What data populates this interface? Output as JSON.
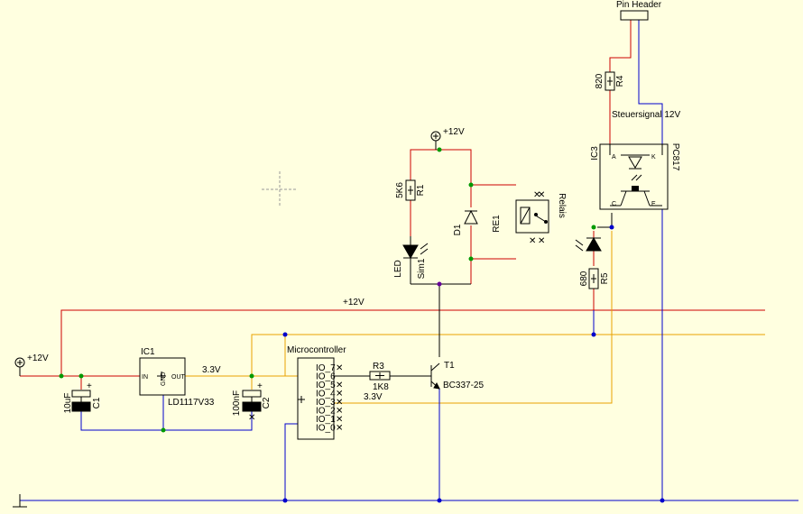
{
  "colors": {
    "background": "#ffffe0",
    "net_12v": "#cc0000",
    "net_33v": "#e8a000",
    "net_gnd": "#0000cc",
    "net_signal": "#000000",
    "part": "#000000",
    "junction": "#009900",
    "unconnected": "#ff0000"
  },
  "nets": {
    "v12": "+12V",
    "v33_a": "3.3V",
    "v33_b": "3.3V",
    "supply_symbol": "+12V",
    "supply_symbol_relay": "+12V",
    "control_signal": "Steuersignal 12V"
  },
  "parts": {
    "ic1": {
      "ref": "IC1",
      "value": "LD1117V33",
      "pin_in": "IN",
      "pin_out": "OUT",
      "pin_gnd": "GND"
    },
    "c1": {
      "ref": "C1",
      "value": "10uF"
    },
    "c2": {
      "ref": "C2",
      "value": "100nF"
    },
    "mcu": {
      "ref": "Microcontroller",
      "pins": [
        "IO_7",
        "IO_6",
        "IO_5",
        "IO_4",
        "IO_3",
        "IO_2",
        "IO_1",
        "IO_0"
      ]
    },
    "r3": {
      "ref": "R3",
      "value": "1K8"
    },
    "t1": {
      "ref": "T1",
      "value": "BC337-25"
    },
    "r1": {
      "ref": "R1",
      "value": "5K6"
    },
    "led": {
      "ref": "Sim1",
      "value": "LED"
    },
    "d1": {
      "ref": "D1"
    },
    "re1": {
      "ref": "RE1",
      "value": "Relais"
    },
    "r5": {
      "ref": "R5",
      "value": "680"
    },
    "r4": {
      "ref": "R4",
      "value": "820"
    },
    "ic3": {
      "ref": "IC3",
      "value": "PC817",
      "pin_a": "A",
      "pin_k": "K",
      "pin_c": "C",
      "pin_e": "E"
    },
    "header": {
      "ref": "Pin Header"
    }
  }
}
